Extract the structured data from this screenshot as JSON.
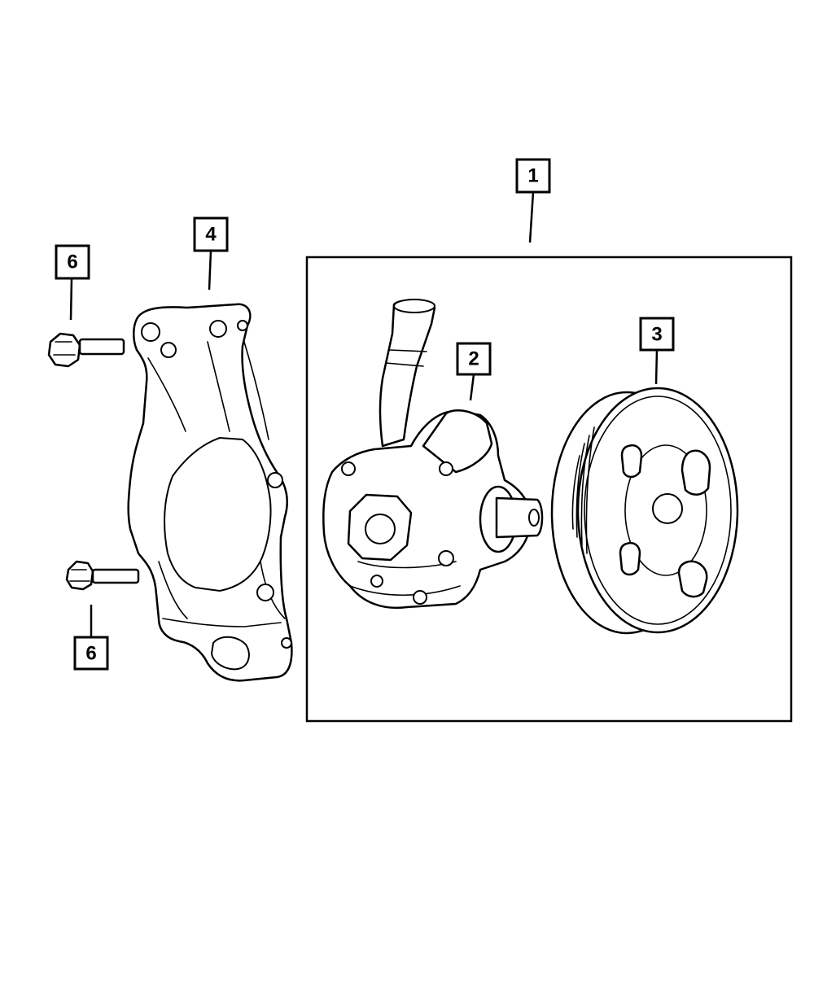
{
  "callouts": [
    {
      "id": "assembly",
      "label": "1"
    },
    {
      "id": "pump",
      "label": "2"
    },
    {
      "id": "pulley",
      "label": "3"
    },
    {
      "id": "bracket",
      "label": "4"
    },
    {
      "id": "bolt-upper",
      "label": "6"
    },
    {
      "id": "bolt-lower",
      "label": "6"
    }
  ]
}
